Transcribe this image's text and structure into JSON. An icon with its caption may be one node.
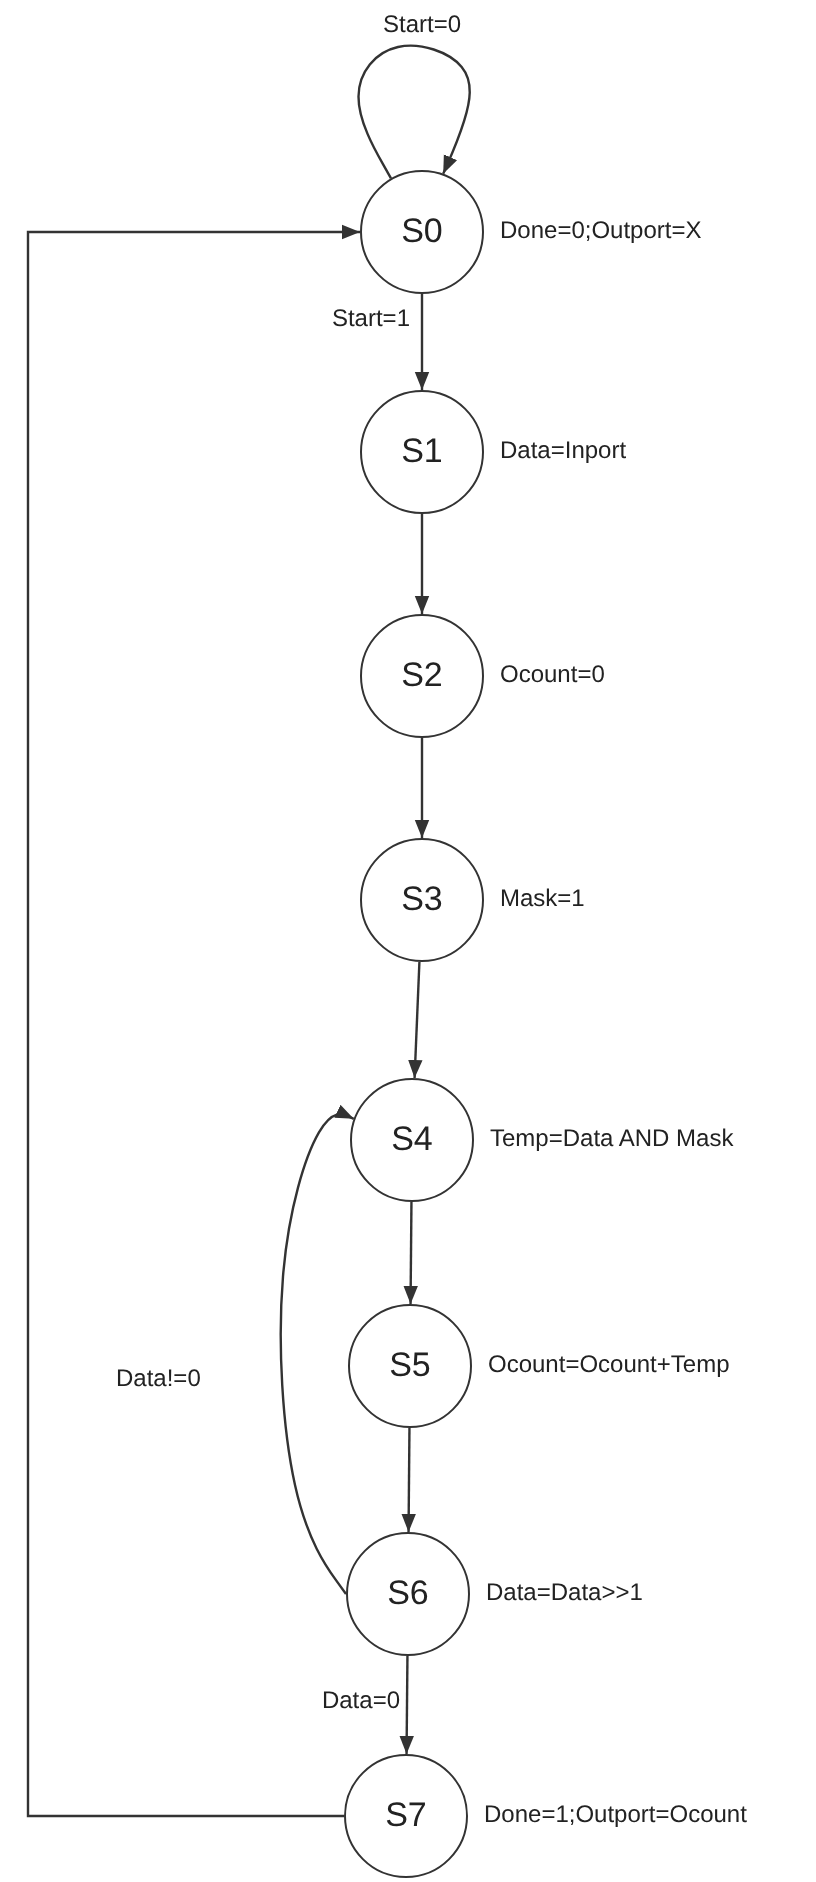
{
  "diagram": {
    "nodes": [
      {
        "text": [
          "S0"
        ],
        "beside": [
          "Done=0;Outport=X"
        ]
      },
      {
        "text": [
          "S1"
        ],
        "beside": [
          "Data=Inport"
        ]
      },
      {
        "text": [
          "S2"
        ],
        "beside": [
          "Ocount=0"
        ]
      },
      {
        "text": [
          "S3"
        ],
        "beside": [
          "Mask=1"
        ]
      },
      {
        "text": [
          "S4"
        ],
        "beside": [
          "Temp=Data AND Mask"
        ]
      },
      {
        "text": [
          "S5"
        ],
        "beside": [
          "Ocount=Ocount+Temp"
        ]
      },
      {
        "text": [
          "S6"
        ],
        "beside": [
          "Data=Data>>1"
        ]
      },
      {
        "text": [
          "S7"
        ],
        "beside": [
          "Done=1;Outport=Ocount"
        ]
      }
    ],
    "edges": [
      {
        "from": 0,
        "to": 0,
        "arrow": "to",
        "label": "Start=0"
      },
      {
        "from": 0,
        "to": 1,
        "arrow": "to",
        "label": "Start=1"
      },
      {
        "from": 1,
        "to": 2,
        "arrow": "to"
      },
      {
        "from": 2,
        "to": 3,
        "arrow": "to"
      },
      {
        "from": 3,
        "to": 4,
        "arrow": "to"
      },
      {
        "from": 4,
        "to": 5,
        "arrow": "to"
      },
      {
        "from": 5,
        "to": 6,
        "arrow": "to"
      },
      {
        "from": 6,
        "to": 4,
        "arrow": "to",
        "label": "Data!=0"
      },
      {
        "from": 6,
        "to": 7,
        "arrow": "to",
        "label": "Data=0"
      },
      {
        "from": 7,
        "to": 0,
        "arrow": "to"
      }
    ]
  }
}
